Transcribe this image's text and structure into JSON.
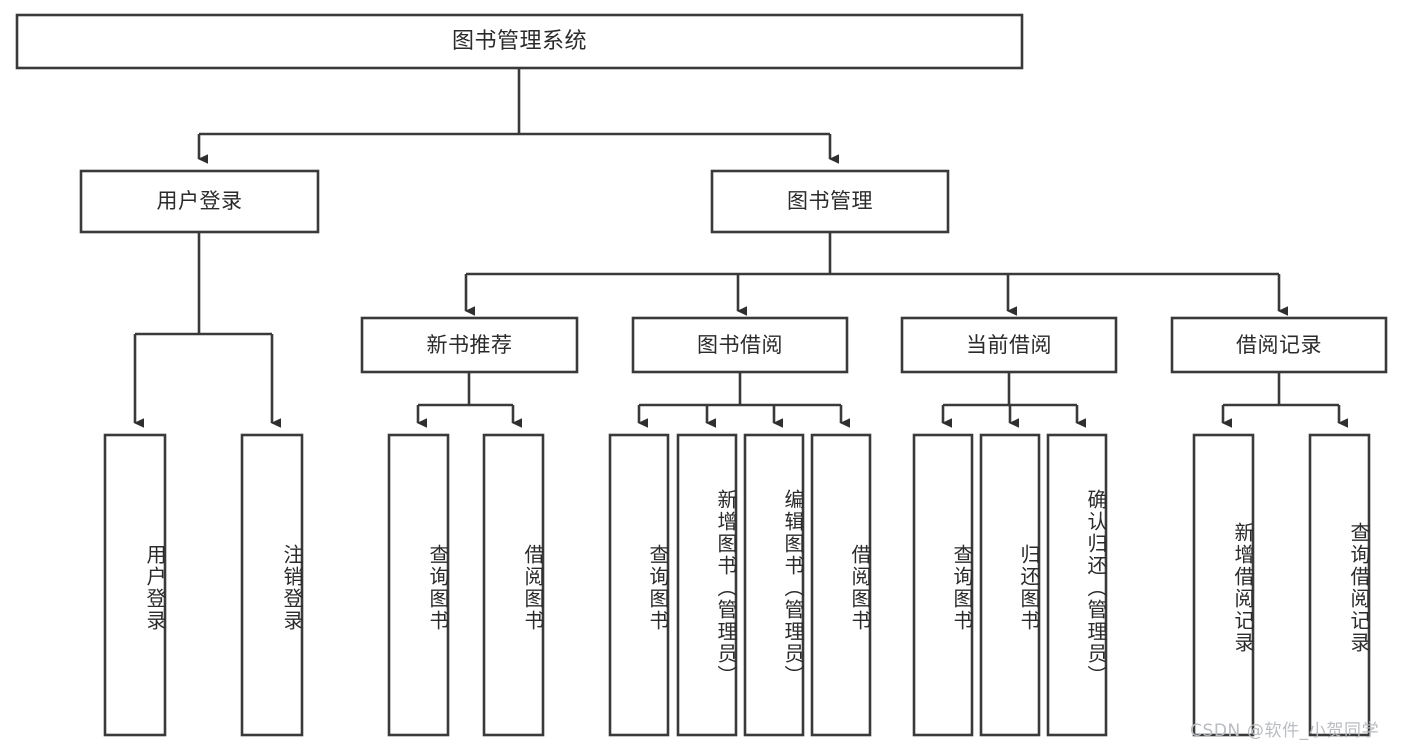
{
  "diagram": {
    "type": "tree-hierarchy",
    "title": "图书管理系统",
    "watermark": "CSDN @软件_小贺同学",
    "colors": {
      "box_stroke": "#3a3a3a",
      "box_fill": "#ffffff",
      "connector": "#3a3a3a",
      "text": "#2b2b2b",
      "watermark": "#b9bcc0",
      "background": "#ffffff"
    },
    "root": {
      "label": "图书管理系统"
    },
    "level2": [
      {
        "label": "用户登录"
      },
      {
        "label": "图书管理"
      }
    ],
    "level3": [
      {
        "label": "新书推荐"
      },
      {
        "label": "图书借阅"
      },
      {
        "label": "当前借阅"
      },
      {
        "label": "借阅记录"
      }
    ],
    "leaves": {
      "user_login": [
        {
          "label": "用户登录"
        },
        {
          "label": "注销登录"
        }
      ],
      "new_book_recommend": [
        {
          "label": "查询图书"
        },
        {
          "label": "借阅图书"
        }
      ],
      "book_borrow": [
        {
          "label": "查询图书"
        },
        {
          "label": "新增图书（管理员）"
        },
        {
          "label": "编辑图书（管理员）"
        },
        {
          "label": "借阅图书"
        }
      ],
      "current_borrow": [
        {
          "label": "查询图书"
        },
        {
          "label": "归还图书"
        },
        {
          "label": "确认归还（管理员）"
        }
      ],
      "borrow_record": [
        {
          "label": "新增借阅记录"
        },
        {
          "label": "查询借阅记录"
        }
      ]
    }
  }
}
